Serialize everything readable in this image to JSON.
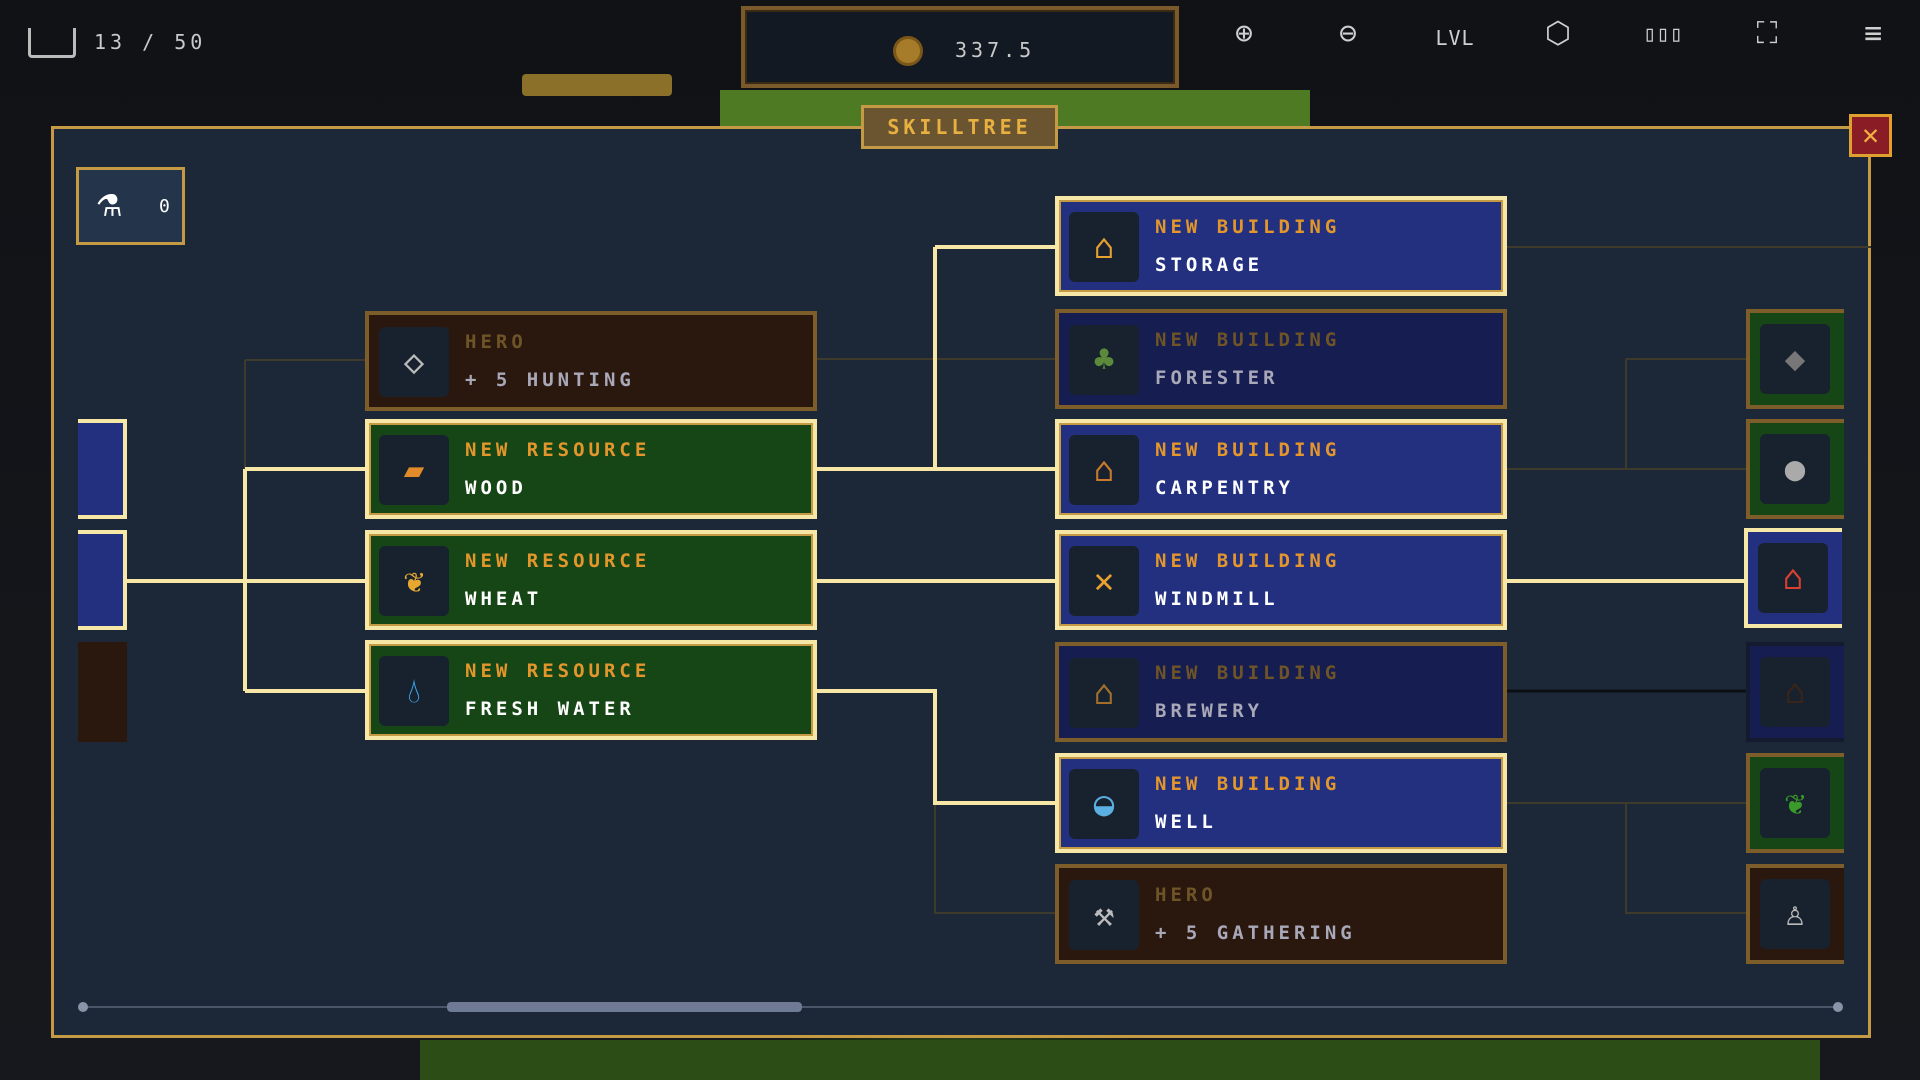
{
  "topbar": {
    "population": "13 / 50",
    "coins": "337.5",
    "lvl_label": "LVL"
  },
  "panel": {
    "title": "SKILLTREE",
    "skill_points": "0"
  },
  "left_column": [
    {
      "title": "HERO",
      "subtitle": "+ 5 HUNTING",
      "state": "locked",
      "icon": "bow-icon"
    },
    {
      "title": "NEW RESOURCE",
      "subtitle": "WOOD",
      "state": "unlocked",
      "icon": "log-icon"
    },
    {
      "title": "NEW RESOURCE",
      "subtitle": "WHEAT",
      "state": "unlocked",
      "icon": "wheat-icon"
    },
    {
      "title": "NEW RESOURCE",
      "subtitle": "FRESH WATER",
      "state": "unlocked",
      "icon": "water-drop-icon"
    }
  ],
  "right_column": [
    {
      "title": "NEW BUILDING",
      "subtitle": "STORAGE",
      "state": "unlocked",
      "icon": "storage-icon"
    },
    {
      "title": "NEW BUILDING",
      "subtitle": "FORESTER",
      "state": "locked",
      "icon": "forester-icon"
    },
    {
      "title": "NEW BUILDING",
      "subtitle": "CARPENTRY",
      "state": "unlocked",
      "icon": "carpentry-icon"
    },
    {
      "title": "NEW BUILDING",
      "subtitle": "WINDMILL",
      "state": "unlocked",
      "icon": "windmill-icon"
    },
    {
      "title": "NEW BUILDING",
      "subtitle": "BREWERY",
      "state": "locked",
      "icon": "brewery-icon"
    },
    {
      "title": "NEW BUILDING",
      "subtitle": "WELL",
      "state": "unlocked",
      "icon": "well-icon"
    },
    {
      "title": "HERO",
      "subtitle": "+ 5 GATHERING",
      "state": "locked",
      "icon": "pickaxe-icon"
    }
  ],
  "colors": {
    "accent": "#e2962c",
    "line_bright": "#f6e7a6",
    "line_dim": "#3e3a2c",
    "panel": "#1c2837"
  },
  "scroll": {
    "position": 0.2
  }
}
